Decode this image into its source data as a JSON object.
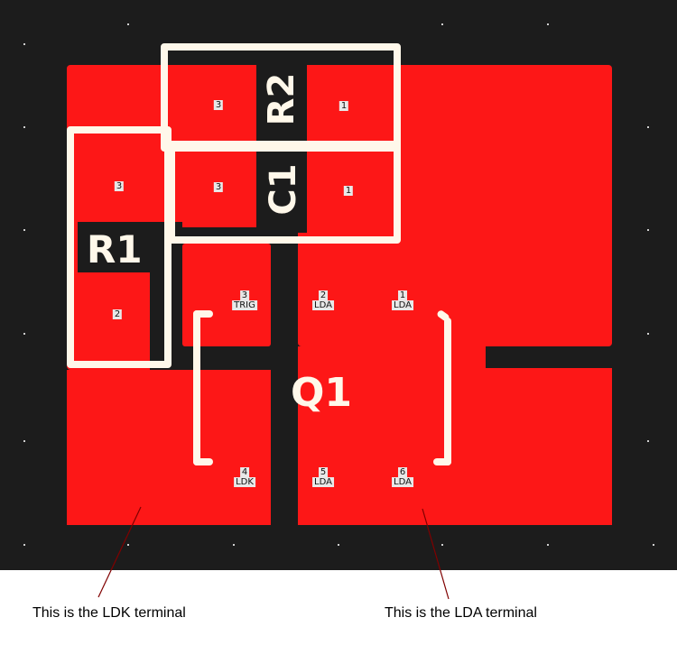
{
  "components": {
    "r1": {
      "ref": "R1",
      "pins": [
        "3",
        "2"
      ]
    },
    "r2": {
      "ref": "R2",
      "pins": [
        "3",
        "1"
      ]
    },
    "c1": {
      "ref": "C1",
      "pins": [
        "3",
        "1"
      ]
    },
    "q1": {
      "ref": "Q1",
      "pins": [
        {
          "num": "3",
          "net": "TRIG"
        },
        {
          "num": "2",
          "net": "LDA"
        },
        {
          "num": "1",
          "net": "LDA"
        },
        {
          "num": "4",
          "net": "LDK"
        },
        {
          "num": "5",
          "net": "LDA"
        },
        {
          "num": "6",
          "net": "LDA"
        }
      ]
    }
  },
  "annotations": {
    "ldk": "This is the LDK terminal",
    "lda": "This is the LDA terminal"
  },
  "colors": {
    "board": "#1c1c1c",
    "copper": "#fd1717",
    "silkscreen": "#fff8ea",
    "leader": "#800000"
  }
}
